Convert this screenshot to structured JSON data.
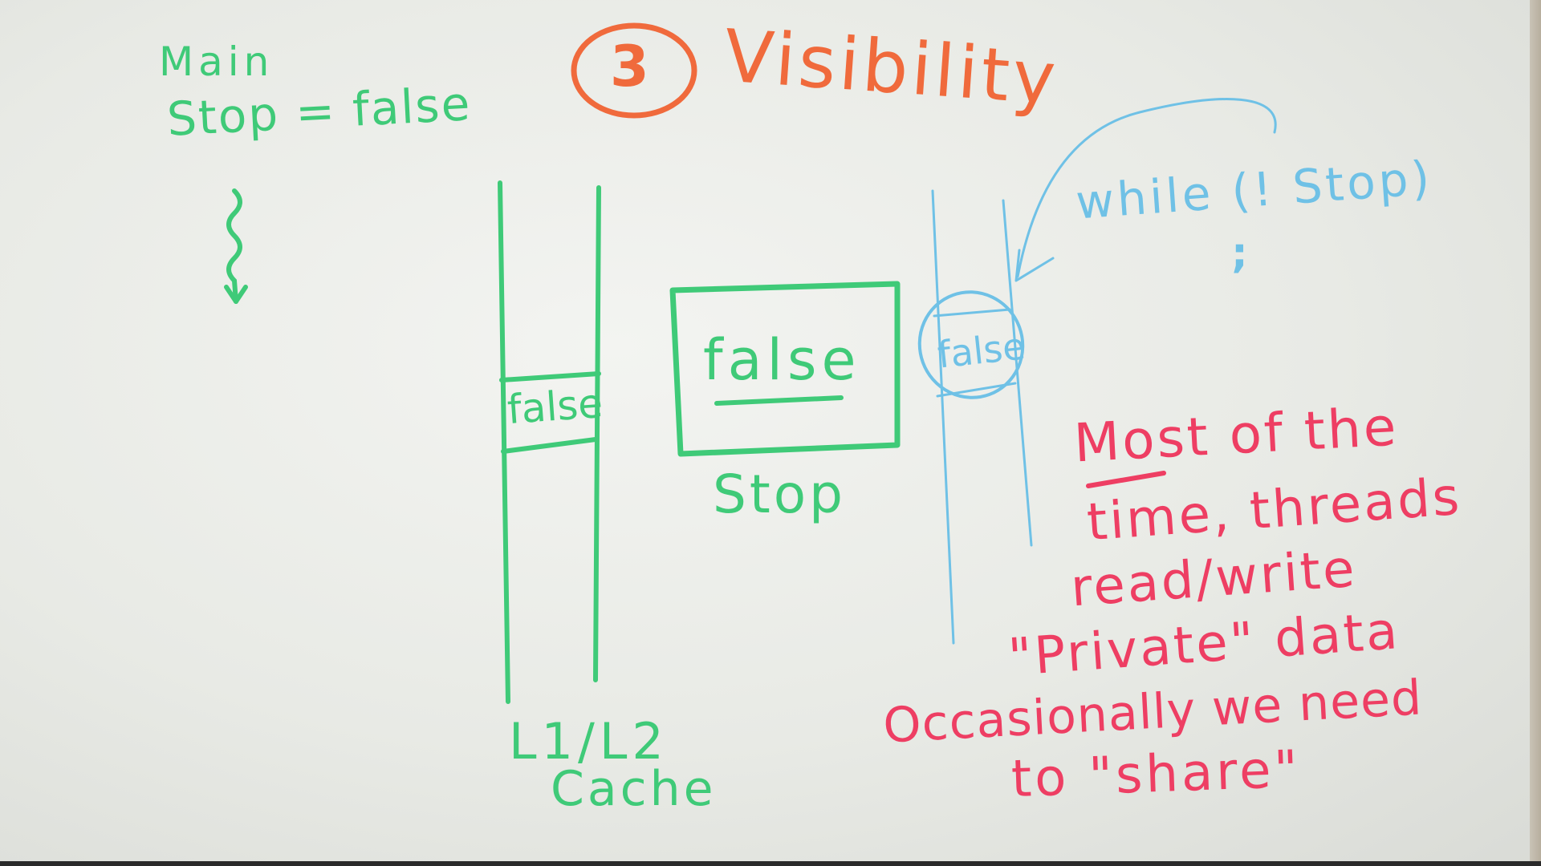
{
  "title": {
    "number": "3",
    "text": "Visibility"
  },
  "main_label": {
    "heading": "Main",
    "assignment": "Stop = false"
  },
  "left_cache": {
    "cell_value": "false",
    "label_line1": "L1/L2",
    "label_line2": "Cache"
  },
  "memory_box": {
    "value": "false",
    "label": "Stop"
  },
  "right_cache": {
    "cell_value": "false"
  },
  "loop_code": {
    "line1": "while (! Stop)",
    "line2": ";"
  },
  "note": {
    "line1": "Most of the",
    "line2": "time, threads",
    "line3": "read/write",
    "line4": "\"Private\" data",
    "line5": "Occasionally we need",
    "line6": "to \"share\""
  },
  "colors": {
    "green": "#3fca78",
    "orange": "#f06a3c",
    "blue": "#6fc1e6",
    "red": "#ee3e63"
  }
}
